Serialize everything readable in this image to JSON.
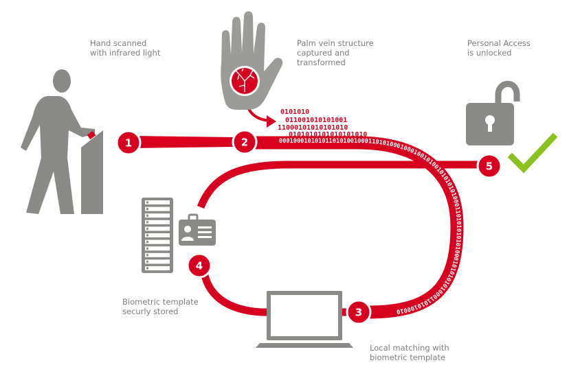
{
  "colors": {
    "accent": "#d8001f",
    "figure_gray": "#8a8a86",
    "caption_gray": "#7d7d7d",
    "check_green": "#8cc21f"
  },
  "captions": {
    "hand_scanned": [
      "Hand scanned",
      "with infrared light"
    ],
    "palm_vein": [
      "Palm vein structure",
      "captured and",
      "transformed"
    ],
    "personal_access": [
      "Personal Access",
      "is unlocked"
    ],
    "biometric_template": [
      "Biometric template",
      "securly stored"
    ],
    "local_matching": [
      "Local matching with",
      "biometric template"
    ]
  },
  "steps": {
    "s1": "1",
    "s2": "2",
    "s3": "3",
    "s4": "4",
    "s5": "5"
  },
  "binary": {
    "lines": [
      "0101010",
      "011001010101001",
      "11000101010101010",
      "0101010101010101010"
    ],
    "stream": "000100010101011010100100011010100010001001010010101010100011010101010100010101010100011010100010"
  },
  "icons": {
    "person": "person-icon",
    "kiosk": "scanner-kiosk-icon",
    "hand": "hand-icon",
    "padlock": "padlock-open-icon",
    "check": "checkmark-icon",
    "server": "server-rack-icon",
    "id_card": "id-card-icon",
    "laptop": "laptop-icon"
  }
}
